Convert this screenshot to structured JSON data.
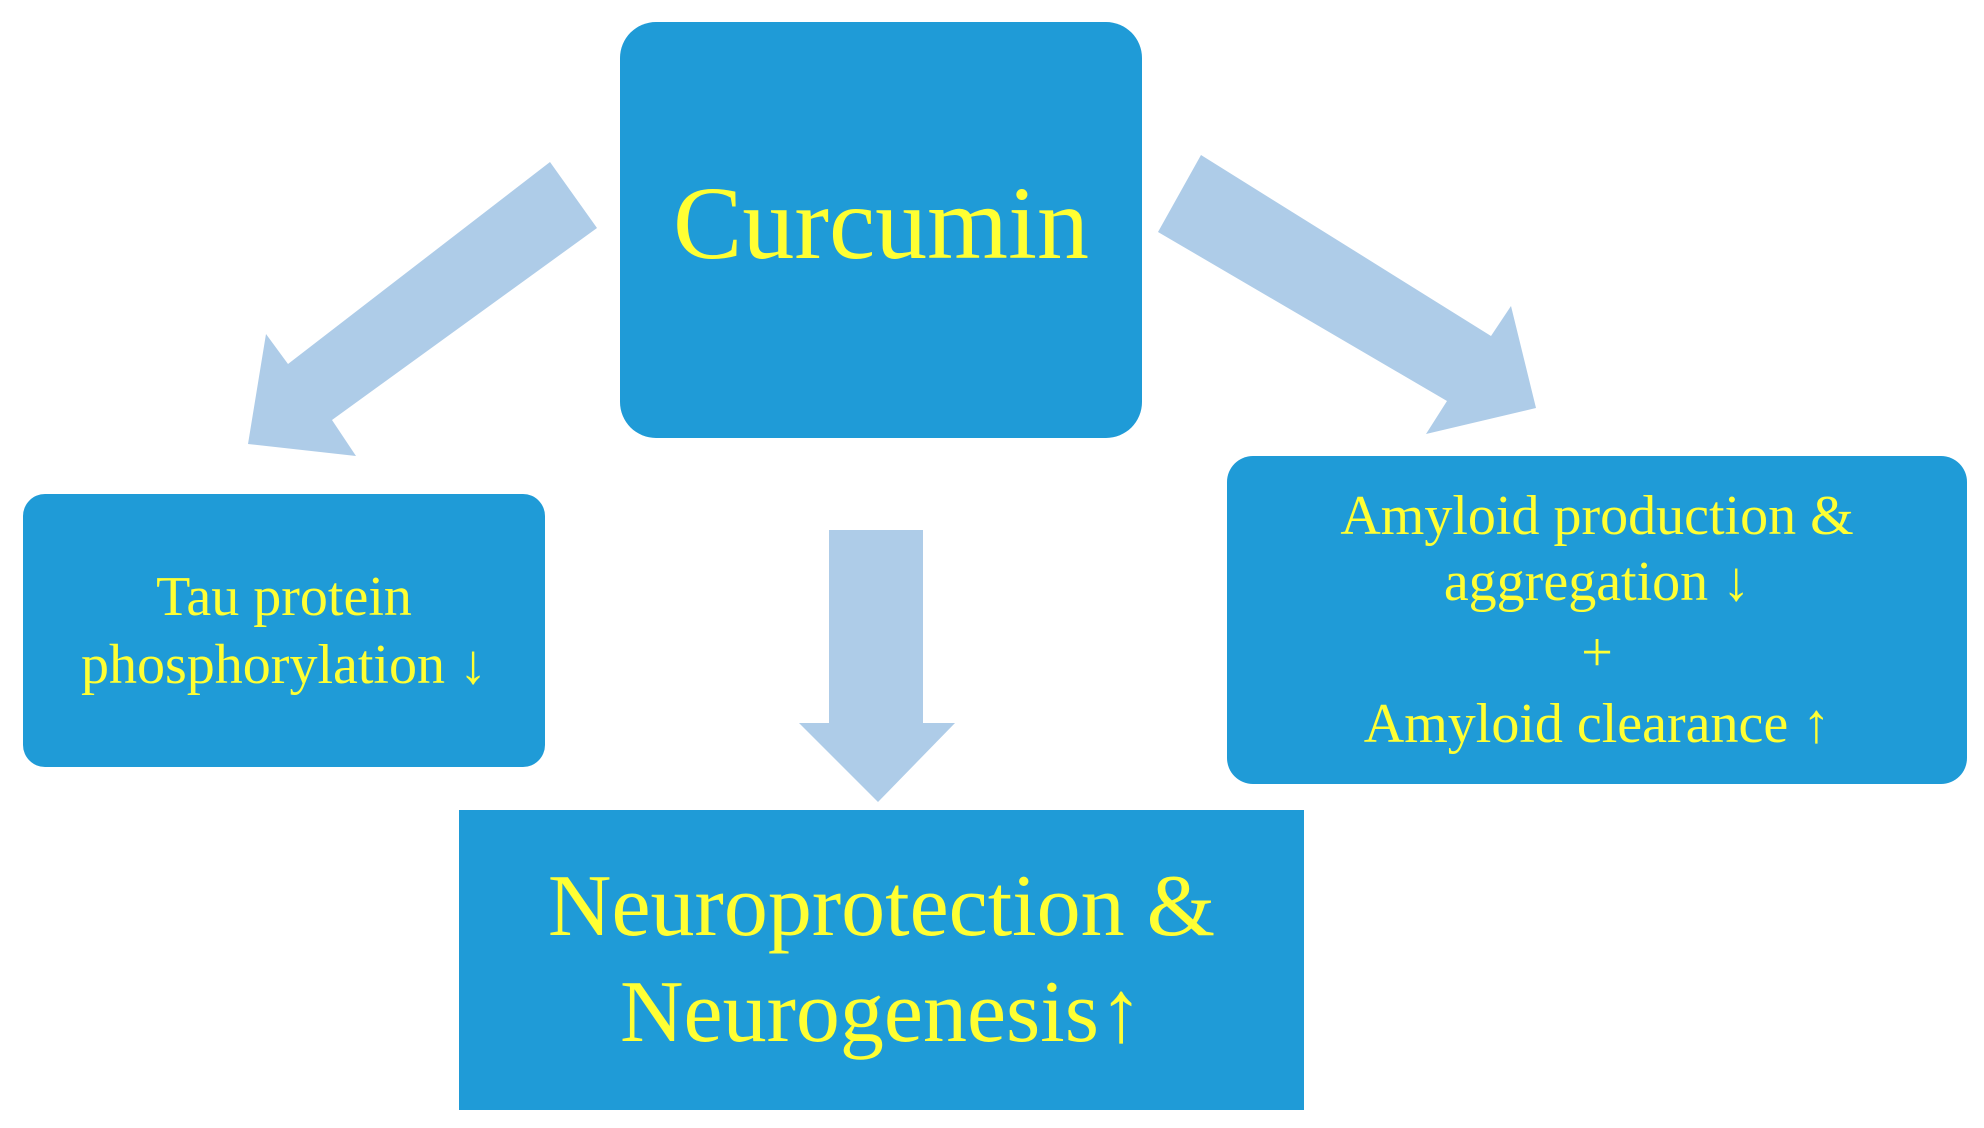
{
  "diagram": {
    "colors": {
      "box_fill": "#1f9bd7",
      "text": "#ffff33",
      "arrow": "#aecce8",
      "background": "#ffffff"
    },
    "center": {
      "label": "Curcumin"
    },
    "left": {
      "line1": "Tau protein",
      "line2": "phosphorylation ↓"
    },
    "right": {
      "line1": "Amyloid production &",
      "line2": "aggregation ↓",
      "connector": "+",
      "line3": "Amyloid clearance ↑"
    },
    "bottom": {
      "line1": "Neuroprotection &",
      "line2": "Neurogenesis↑"
    },
    "arrows": [
      {
        "from": "center",
        "to": "left"
      },
      {
        "from": "center",
        "to": "bottom"
      },
      {
        "from": "center",
        "to": "right"
      }
    ]
  }
}
